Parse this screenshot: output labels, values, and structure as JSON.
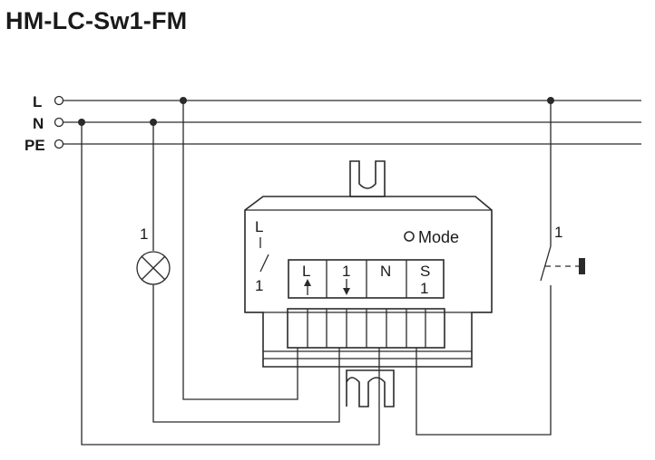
{
  "title": "HM-LC-Sw1-FM",
  "rails": [
    {
      "label": "L"
    },
    {
      "label": "N"
    },
    {
      "label": "PE"
    }
  ],
  "lamp_label": "1",
  "switch_label": "1",
  "device": {
    "mode_label": "Mode",
    "internal_contact": {
      "top": "L",
      "bottom": "1"
    },
    "terminals": [
      {
        "label": "L",
        "icon": "arrow-up-icon"
      },
      {
        "label": "1",
        "icon": "arrow-down-icon"
      },
      {
        "label": "N",
        "icon": ""
      },
      {
        "label": "S",
        "sub": "1"
      }
    ]
  }
}
